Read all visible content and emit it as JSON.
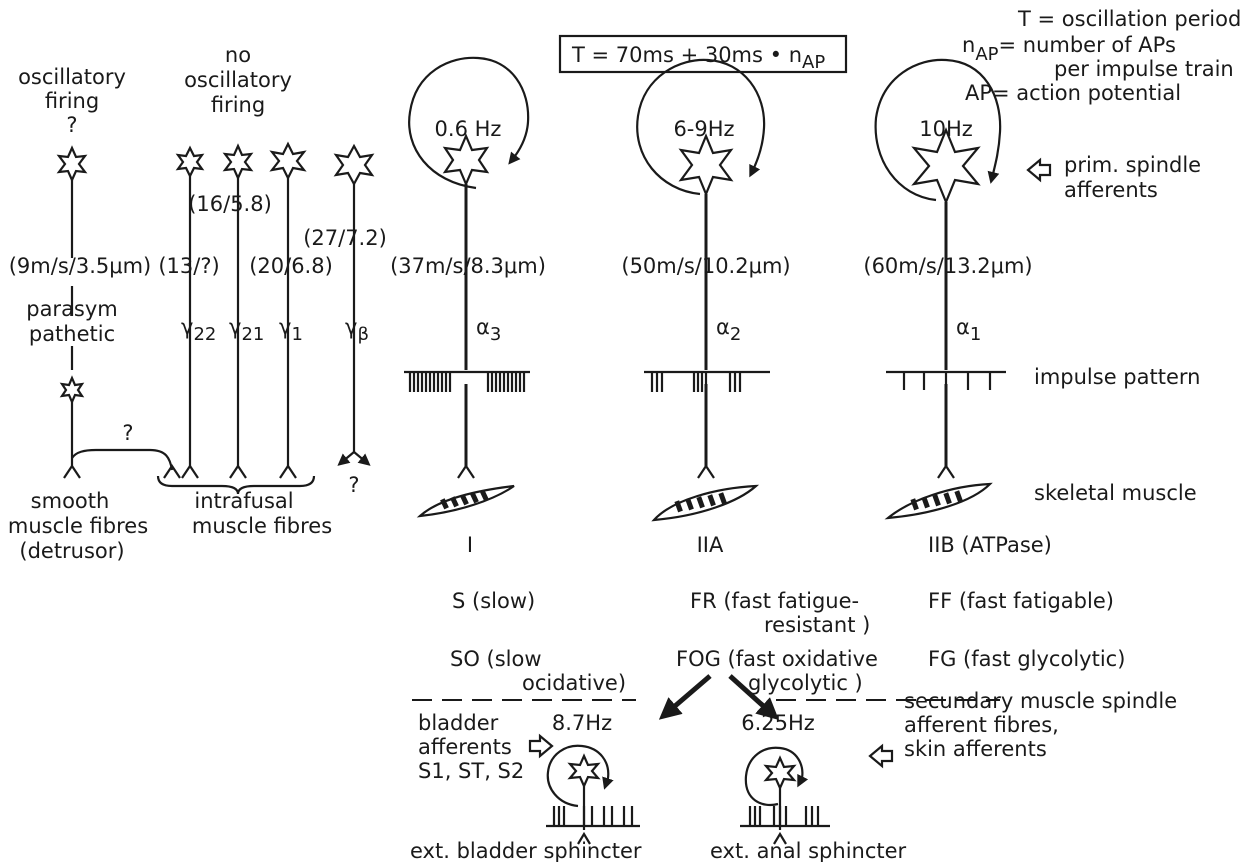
{
  "formula": {
    "T": "T = 70ms + 30ms • n",
    "sub": "AP"
  },
  "legend": {
    "line1": "T = oscillation period",
    "line2_n": "n",
    "line2_sub": "AP",
    "line2_rest": "= number of APs",
    "line3": "per impulse train",
    "line4": "AP= action potential"
  },
  "left": {
    "osc_firing_1": "oscillatory",
    "osc_firing_2": "firing",
    "osc_q": "?",
    "no_osc_1": "no",
    "no_osc_2": "oscillatory",
    "no_osc_3": "firing",
    "v_16": "(16/5.8)",
    "v_27": "(27/7.2)",
    "v_9": "(9m/s/3.5μm)",
    "v_13": "(13/?)",
    "v_20": "(20/6.8)",
    "parasym_1": "parasym",
    "parasym_2": "pathetic",
    "g22": "γ",
    "g22s": "22",
    "g21": "γ",
    "g21s": "21",
    "g1": "γ",
    "g1s": "1",
    "gb": "γ",
    "gbs": "β",
    "q_branch": "?",
    "q_bottom": "?",
    "smooth_1": "smooth",
    "smooth_2": "muscle fibres",
    "smooth_3": "(detrusor)",
    "intra_1": "intrafusal",
    "intra_2": "muscle fibres"
  },
  "columns": [
    {
      "freq": "0.6 Hz",
      "velocity": "(37m/s/8.3μm)",
      "alpha": "α",
      "alpha_sub": "3",
      "type": "I",
      "speed": "S (slow)",
      "metab": "SO (slow",
      "metab2": "ocidative)"
    },
    {
      "freq": "6-9Hz",
      "velocity": "(50m/s/10.2μm)",
      "alpha": "α",
      "alpha_sub": "2",
      "type": "IIA",
      "speed": "FR (fast fatigue-",
      "speed2": "resistant )",
      "metab": "FOG (fast oxidative",
      "metab2": "glycolytic )"
    },
    {
      "freq": "10Hz",
      "velocity": "(60m/s/13.2μm)",
      "alpha": "α",
      "alpha_sub": "1",
      "type": "IIB (ATPase)",
      "speed": "FF (fast fatigable)",
      "metab": "FG (fast glycolytic)"
    }
  ],
  "right": {
    "prim_1": "prim. spindle",
    "prim_2": "afferents",
    "impulse": "impulse pattern",
    "skeletal": "skeletal muscle"
  },
  "bottom": {
    "bladder_1": "bladder",
    "bladder_2": "afferents",
    "bladder_3": "S1, ST, S2",
    "freq_left": "8.7Hz",
    "freq_right": "6.25Hz",
    "sec_1": "secundary muscle spindle",
    "sec_2": "afferent fibres,",
    "sec_3": "skin afferents",
    "ext_bladder": "ext. bladder  sphincter",
    "ext_anal": "ext. anal sphincter"
  }
}
